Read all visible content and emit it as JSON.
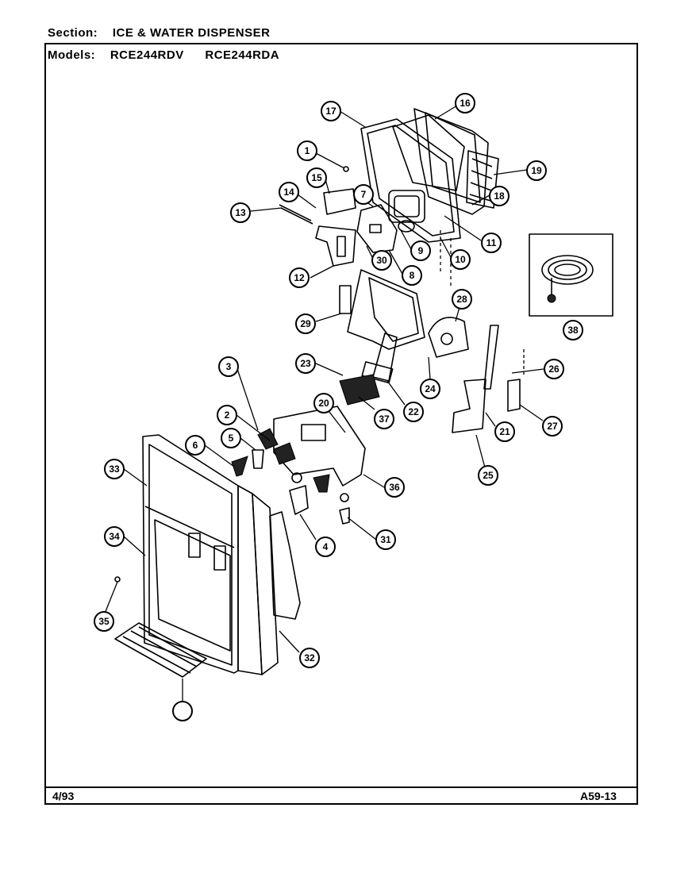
{
  "header": {
    "section_label": "Section:",
    "section_value": "ICE & WATER DISPENSER",
    "models_label": "Models:",
    "model_1": "RCE244RDV",
    "model_2": "RCE244RDA"
  },
  "footer": {
    "date": "4/93",
    "page_code": "A59-13"
  },
  "callouts": [
    "17",
    "16",
    "1",
    "19",
    "15",
    "14",
    "7",
    "13",
    "18",
    "11",
    "9",
    "10",
    "30",
    "8",
    "12",
    "38",
    "28",
    "29",
    "23",
    "24",
    "26",
    "3",
    "20",
    "22",
    "37",
    "2",
    "5",
    "6",
    "27",
    "21",
    "25",
    "33",
    "36",
    "4",
    "31",
    "34",
    "35",
    "32"
  ]
}
